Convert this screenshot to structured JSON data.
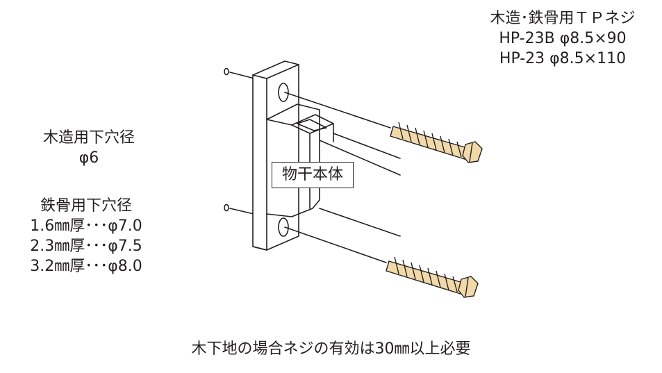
{
  "screw_spec": {
    "title": "木造･鉄骨用ＴＰネジ",
    "line1": "HP-23B φ8.5×90",
    "line2": "HP-23 φ8.5×110"
  },
  "wood_hole": {
    "heading": "木造用下穴径",
    "value": "φ6"
  },
  "steel_hole": {
    "heading": "鉄骨用下穴径",
    "rows": [
      "1.6㎜厚･･･φ7.0",
      "2.3㎜厚･･･φ7.5",
      "3.2㎜厚･･･φ8.0"
    ]
  },
  "body_label": "物干本体",
  "footer_note": "木下地の場合ネジの有効は30㎜以上必要",
  "colors": {
    "line": "#231f20",
    "screw_fill": "#f1d9a9"
  }
}
